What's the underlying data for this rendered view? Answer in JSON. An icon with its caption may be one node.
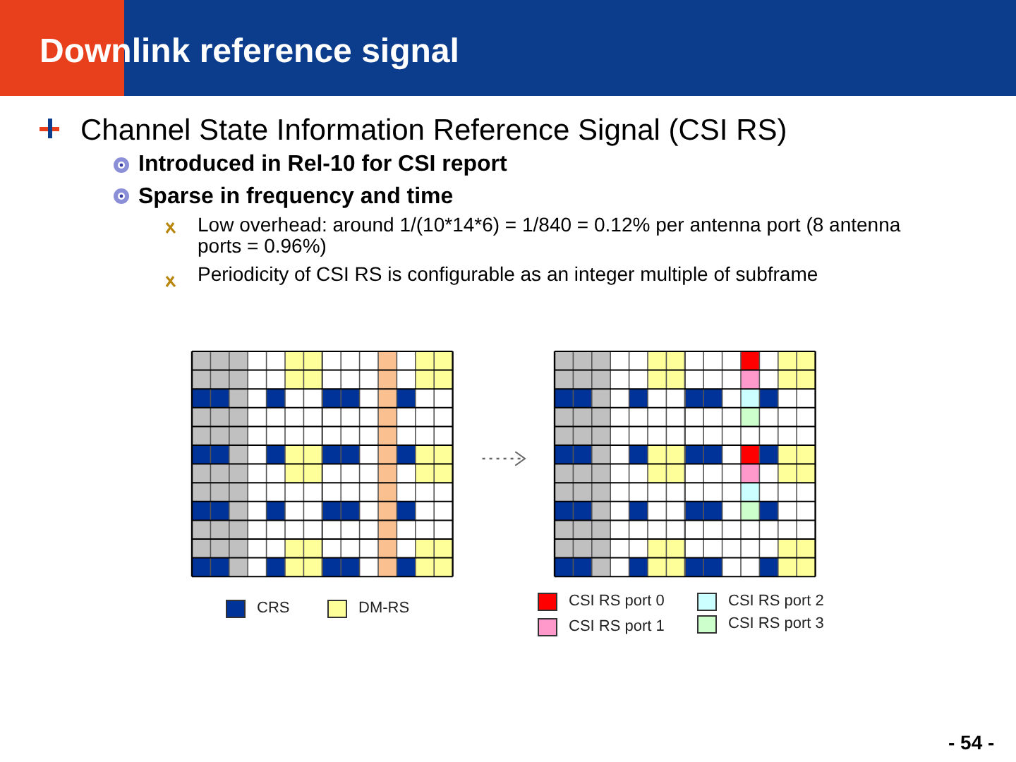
{
  "diagram": {
    "title": "Downlink reference signal",
    "nodes": [
      {
        "text": [],
        "shape": "grid"
      },
      {
        "text": [],
        "shape": "grid"
      }
    ],
    "edges": [
      {
        "from": 0,
        "to": 1,
        "arrow": "to",
        "style": "dashed"
      }
    ],
    "labels": [
      "Channel State Information Reference Signal (CSI RS)",
      "Introduced in Rel-10 for CSI report",
      "Sparse in frequency and time",
      "Low overhead: around 1/(10*14*6) = 1/840 = 0.12% per antenna port (8 antenna ports = 0.96%)",
      "Periodicity of CSI RS is configurable as an integer multiple of subframe",
      "- 54 -"
    ],
    "legend": [
      {
        "text": "CRS",
        "color": "#003399"
      },
      {
        "text": "DM-RS",
        "color": "#ffff99"
      },
      {
        "text": "CSI RS port 0",
        "color": "#ff0000"
      },
      {
        "text": "CSI RS port 1",
        "color": "#ff99cc"
      },
      {
        "text": "CSI RS port 2",
        "color": "#ccffff"
      },
      {
        "text": "CSI RS port 3",
        "color": "#ccffcc"
      }
    ]
  }
}
